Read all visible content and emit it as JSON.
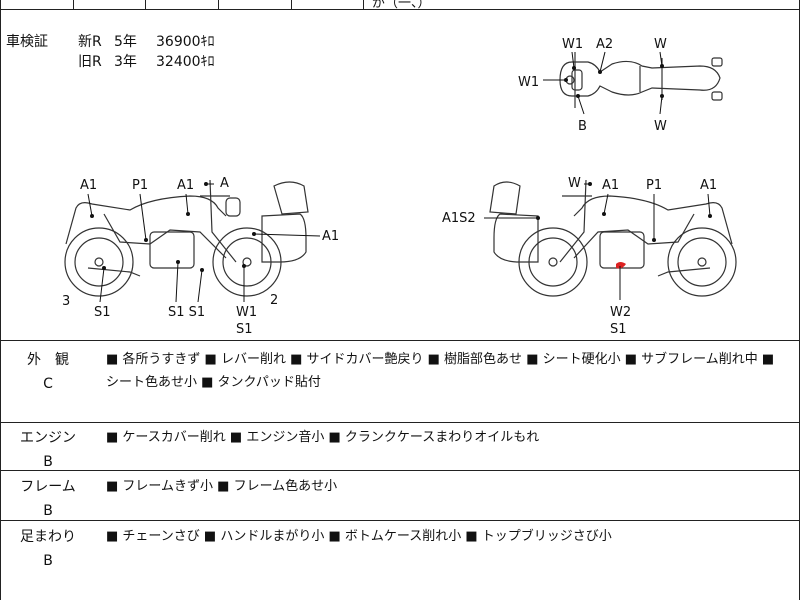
{
  "header_fragment": "が（一、）",
  "inspection": {
    "label": "車検証",
    "rows": [
      {
        "type": "新R",
        "years": "5年",
        "mileage": "36900ｷﾛ"
      },
      {
        "type": "旧R",
        "years": "3年",
        "mileage": "32400ｷﾛ"
      }
    ]
  },
  "diagram_labels": {
    "top_w1_a": "W1",
    "top_a2": "A2",
    "top_w_a": "W",
    "top_w1_b": "W1",
    "top_b": "B",
    "top_w_b": "W",
    "left_a1_a": "A1",
    "left_p1": "P1",
    "left_a1_b": "A1",
    "left_a": "A",
    "left_a1_c": "A1",
    "left_3": "3",
    "left_s1_a": "S1",
    "left_s1s1": "S1 S1",
    "left_w1": "W1",
    "left_s1_b": "S1",
    "left_2": "2",
    "right_w": "W",
    "right_a1_a": "A1",
    "right_p1": "P1",
    "right_a1_b": "A1",
    "right_a1s2": "A1S2",
    "right_w2": "W2",
    "right_s1": "S1"
  },
  "sections": [
    {
      "name": "外　観",
      "grade": "C",
      "text": "■ 各所うすきず ■ レバー削れ ■ サイドカバー艶戻り ■ 樹脂部色あせ ■ シート硬化小 ■ サブフレーム削れ中 ■ シート色あせ小 ■ タンクパッド貼付"
    },
    {
      "name": "エンジン",
      "grade": "B",
      "text": "■ ケースカバー削れ ■ エンジン音小 ■ クランクケースまわりオイルもれ"
    },
    {
      "name": "フレーム",
      "grade": "B",
      "text": "■ フレームきず小 ■ フレーム色あせ小"
    },
    {
      "name": "足まわり",
      "grade": "B",
      "text": "■ チェーンさび ■ ハンドルまがり小 ■ ボトムケース削れ小 ■ トップブリッジさび小"
    }
  ]
}
